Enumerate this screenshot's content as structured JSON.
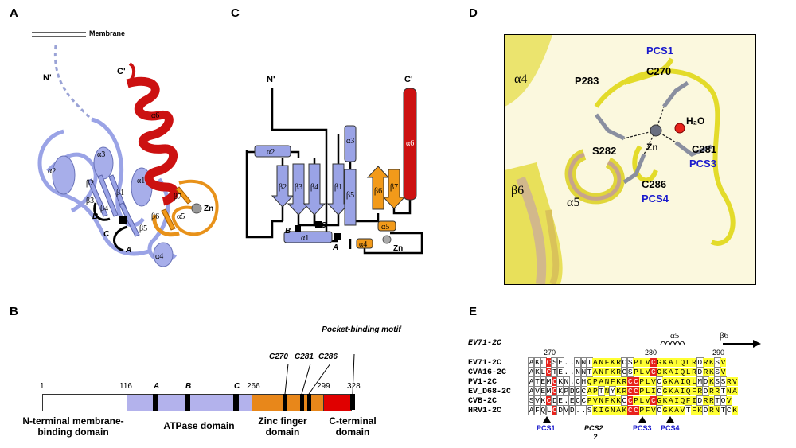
{
  "panels": {
    "A": "A",
    "B": "B",
    "C": "C",
    "D": "D",
    "E": "E"
  },
  "panelA": {
    "membrane": "Membrane",
    "n_term": "N'",
    "c_term": "C'",
    "labels": {
      "a6": "α6",
      "a2": "α2",
      "a3": "α3",
      "b2": "β2",
      "b3": "β3",
      "b1": "β1",
      "a1": "α1",
      "b7": "β7",
      "b4": "β4",
      "b6": "β6",
      "a5": "α5",
      "zn": "Zn",
      "B": "B",
      "C": "C",
      "b5": "β5",
      "A": "A",
      "a4": "α4"
    }
  },
  "panelB": {
    "positions": {
      "p1": "1",
      "p116": "116",
      "p266": "266",
      "p299": "299",
      "p328": "328"
    },
    "motifs": {
      "A": "A",
      "B": "B",
      "C": "C"
    },
    "cys": {
      "c270": "C270",
      "c281": "C281",
      "c286": "C286"
    },
    "pocket": "Pocket-binding motif",
    "domains": {
      "nterm": "N-terminal membrane-binding domain",
      "atpase": "ATPase domain",
      "zinc": "Zinc finger domain",
      "cterm": "C-terminal domain"
    }
  },
  "panelC": {
    "n_term": "N'",
    "c_term": "C'",
    "labels": {
      "a2": "α2",
      "a3": "α3",
      "a6": "α6",
      "b2": "β2",
      "b3": "β3",
      "b4": "β4",
      "b1": "β1",
      "b5": "β5",
      "b6": "β6",
      "b7": "β7",
      "a1": "α1",
      "a4": "α4",
      "a5": "α5",
      "B": "B",
      "C": "C",
      "A": "A",
      "zn": "Zn"
    }
  },
  "panelD": {
    "a4": "α4",
    "pcs1": "PCS1",
    "c270": "C270",
    "p283": "P283",
    "h2o": "H₂O",
    "zn": "Zn",
    "s282": "S282",
    "c281": "C281",
    "pcs3": "PCS3",
    "b6": "β6",
    "a5": "α5",
    "c286": "C286",
    "pcs4": "PCS4"
  },
  "panelE": {
    "ref": "EV71-2C",
    "ticks": {
      "t270": "270",
      "t280": "280",
      "t290": "290"
    },
    "sec": {
      "a5": "α5",
      "b6": "β6"
    },
    "rows": [
      {
        "name": "EV71-2C",
        "seq": "AKLCSE..NNTANFKRCSPLVCGKAIQLRDRKSV"
      },
      {
        "name": "CVA16-2C",
        "seq": "AKLCTE..NNTANFKRCSPLVCGKAIQLRDRKSV"
      },
      {
        "name": "PV1-2C",
        "seq": "ATEMCKN.CHQPANFKRCCPLVCGKAIQLMDKSSRV"
      },
      {
        "name": "EV_D68-2C",
        "seq": "AVEMCKPDGCAPTNYKRCCPLICGKAIQFRDRRTNA"
      },
      {
        "name": "CVB-2C",
        "seq": "SVKCDE.ECCPVNFKKCCPLVCGKAIQFIDRRTOV"
      },
      {
        "name": "HRV1-2C",
        "seq": "AFQLCDVD..SKIGNAKCCPFVCGKAVTFKDRNTCK"
      }
    ],
    "pcs": {
      "pcs1": "PCS1",
      "pcs2": "PCS2",
      "pcs2q": "?",
      "pcs3": "PCS3",
      "pcs4": "PCS4"
    }
  },
  "colors": {
    "helix_blue": "#9aa3e6",
    "helix_red": "#cc1111",
    "orange": "#f29a1a",
    "zinc_yellow": "#f2ec5a",
    "cys_red": "#e8231c"
  }
}
